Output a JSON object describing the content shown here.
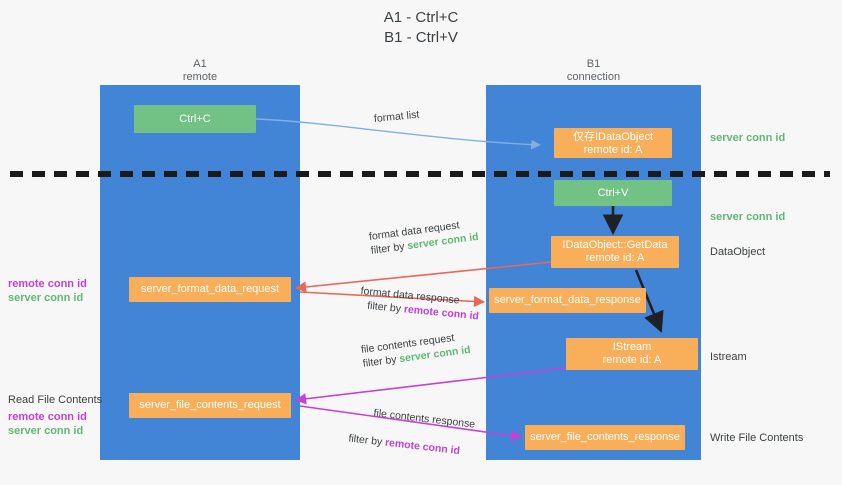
{
  "title": {
    "line1": "A1 - Ctrl+C",
    "line2": "B1 - Ctrl+V"
  },
  "columns": [
    {
      "name": "A1",
      "sub": "remote"
    },
    {
      "name": "B1",
      "sub": "connection"
    }
  ],
  "legend_terms": {
    "remote_conn_id": "remote conn id",
    "server_conn_id": "server conn id"
  },
  "colors": {
    "lane": "#4285d6",
    "green_node": "#72c285",
    "orange_node": "#f9ae5a",
    "remote_conn_id": "#c341d8",
    "server_conn_id": "#5fb974",
    "arrow_blue": "#7fb0e0",
    "arrow_red": "#e8685a",
    "arrow_magenta": "#c341d8",
    "arrow_dark": "#202124",
    "divider": "#1a1a1a",
    "background": "#f7f7f7"
  },
  "nodes": {
    "ctrl_c": {
      "line1": "Ctrl+C"
    },
    "ctrl_v": {
      "line1": "Ctrl+V"
    },
    "idataobject_remote": {
      "prefix": "仅存",
      "line1": "IDataObject",
      "line2": "remote id: A"
    },
    "getdata": {
      "line1": "IDataObject::GetData",
      "line2": "remote id: A"
    },
    "istream": {
      "line1": "IStream",
      "line2": "remote id: A"
    },
    "server_format_data_request": {
      "line1": "server_format_data_request"
    },
    "server_format_data_response": {
      "line1": "server_format_data_response"
    },
    "server_file_contents_request": {
      "line1": "server_file_contents_request"
    },
    "server_file_contents_response": {
      "line1": "server_file_contents_response"
    }
  },
  "edges": {
    "format_list": {
      "label": "format list"
    },
    "format_data_request": {
      "label": "format data request",
      "filter_prefix": "filter by ",
      "filter_term": "server conn id"
    },
    "format_data_response": {
      "label": "format data response",
      "filter_prefix": "filter by ",
      "filter_term": "remote conn id"
    },
    "file_contents_request": {
      "label": "file contents request",
      "filter_prefix": "filter by ",
      "filter_term": "server conn id"
    },
    "file_contents_response": {
      "label": "file contents response",
      "filter_prefix": "filter by ",
      "filter_term": "remote conn id"
    }
  },
  "right_labels": [
    {
      "id": "server-conn-id-top",
      "text": "server conn id",
      "kind": "server"
    },
    {
      "id": "server-conn-id-middle",
      "text": "server conn id",
      "kind": "server"
    },
    {
      "id": "dataobject",
      "text": "DataObject",
      "kind": "plain"
    },
    {
      "id": "istream",
      "text": "Istream",
      "kind": "plain"
    },
    {
      "id": "write-file-contents",
      "text": "Write File Contents",
      "kind": "plain"
    }
  ],
  "left_labels": {
    "group_format": {
      "remote": "remote conn id",
      "server": "server conn id"
    },
    "group_file": {
      "heading": "Read File Contents",
      "remote": "remote conn id",
      "server": "server conn id"
    }
  }
}
